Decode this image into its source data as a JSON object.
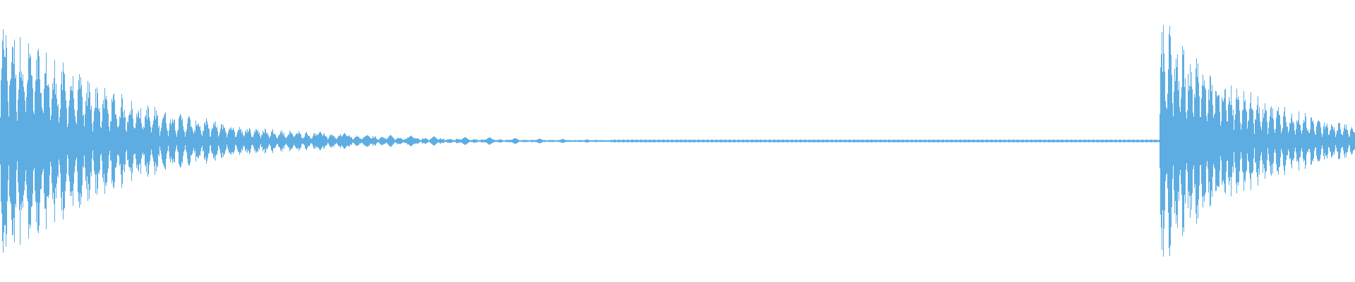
{
  "waveform": {
    "color": "#5dade2",
    "background": "#ffffff",
    "icon": "audio-waveform-icon",
    "events": [
      {
        "kind": "hit",
        "start": 0.0,
        "peak": 1.0,
        "decay": 0.085,
        "period": 0.0062
      },
      {
        "kind": "hit",
        "start": 0.8555,
        "peak": 0.95,
        "decay": 0.07,
        "period": 0.005
      }
    ],
    "tail_pulses": [
      {
        "center": 0.196,
        "amp": 0.05
      },
      {
        "center": 0.219,
        "amp": 0.06
      },
      {
        "center": 0.236,
        "amp": 0.07
      },
      {
        "center": 0.254,
        "amp": 0.06
      },
      {
        "center": 0.271,
        "amp": 0.045
      },
      {
        "center": 0.288,
        "amp": 0.045
      },
      {
        "center": 0.303,
        "amp": 0.04
      },
      {
        "center": 0.32,
        "amp": 0.035
      },
      {
        "center": 0.343,
        "amp": 0.03
      },
      {
        "center": 0.361,
        "amp": 0.028
      },
      {
        "center": 0.38,
        "amp": 0.022
      },
      {
        "center": 0.398,
        "amp": 0.018
      },
      {
        "center": 0.415,
        "amp": 0.015
      },
      {
        "center": 0.433,
        "amp": 0.012
      }
    ],
    "noise_floor": 0.008
  }
}
